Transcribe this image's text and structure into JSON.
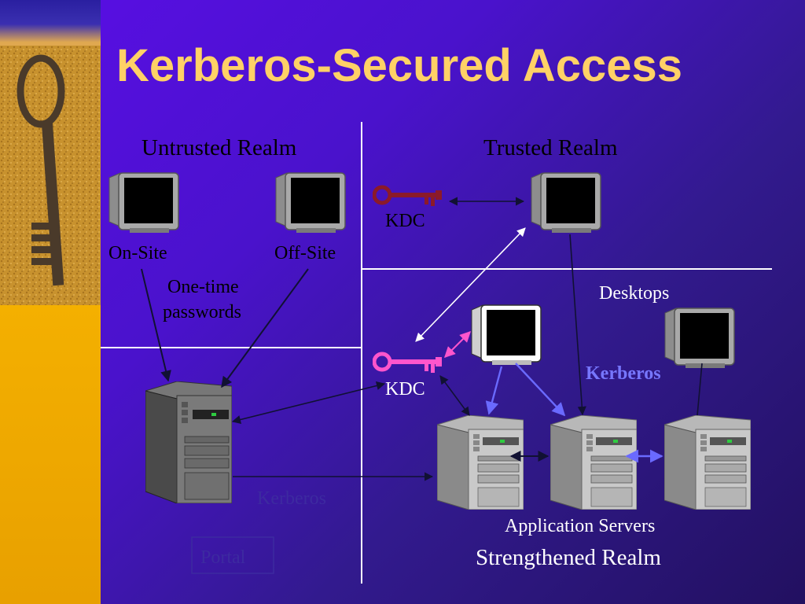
{
  "slide": {
    "title": "Kerberos-Secured Access"
  },
  "labels": {
    "untrusted_realm": "Untrusted Realm",
    "trusted_realm": "Trusted Realm",
    "on_site": "On-Site",
    "off_site": "Off-Site",
    "one_time": "One-time",
    "passwords": "passwords",
    "kdc_top": "KDC",
    "kdc_bottom": "KDC",
    "desktops": "Desktops",
    "kerberos_right": "Kerberos",
    "kerberos_portal": "Kerberos",
    "portal": "Portal",
    "application_servers": "Application Servers",
    "strengthened_realm": "Strengthened Realm"
  },
  "colors": {
    "title": "#ffd166",
    "label_dark": "#000000",
    "label_white": "#ffffff",
    "kerberos_blue": "#7777ff",
    "key_dark": "#8b1a2a",
    "key_pink": "#ff55cc",
    "divider": "#ffffff"
  },
  "icons": [
    "antique-key-photo-icon",
    "monitor-icon",
    "server-tower-icon",
    "kdc-key-icon"
  ]
}
